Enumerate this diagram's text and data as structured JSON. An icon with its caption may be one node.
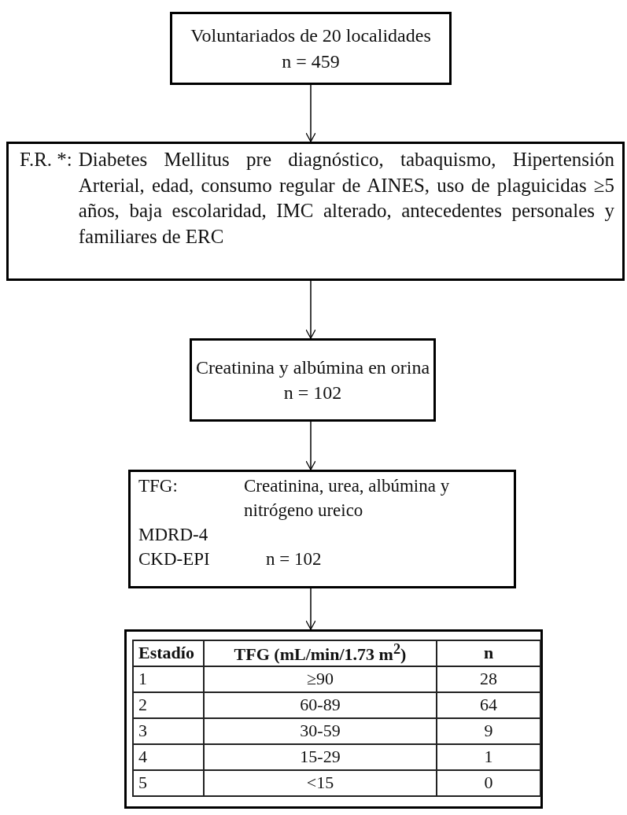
{
  "diagram": {
    "nodes": [
      {
        "text": [
          "Voluntariados de 20 localidades",
          "n = 459"
        ]
      },
      {
        "text": [
          "F.R. *:",
          "Diabetes Mellitus pre diagnóstico, tabaquismo, Hipertensión Arterial, edad, consumo regular de AINES, uso de plaguicidas ≥5 años, baja escolaridad, IMC alterado, antecedentes personales y familiares de ERC"
        ]
      },
      {
        "text": [
          "Creatinina y albúmina en orina",
          "n = 102"
        ]
      },
      {
        "text": [
          "TFG:",
          "Creatinina, urea, albúmina y nitrógeno ureico",
          "MDRD-4",
          "CKD-EPI",
          "n = 102"
        ]
      },
      {
        "text": [],
        "shape": "box"
      }
    ],
    "edges": [
      {
        "from": 0,
        "to": 1,
        "arrow": "to"
      },
      {
        "from": 1,
        "to": 2,
        "arrow": "to"
      },
      {
        "from": 2,
        "to": 3,
        "arrow": "to"
      },
      {
        "from": 3,
        "to": 4,
        "arrow": "to"
      }
    ],
    "labels": [
      "Estadío",
      "TFG (mL/min/1.73 m$^{2}$)",
      "n",
      "1",
      "≥90",
      "28",
      "2",
      "60-89",
      "64",
      "3",
      "30-59",
      "9",
      "4",
      "15-29",
      "1",
      "5",
      "<15",
      "0"
    ]
  }
}
